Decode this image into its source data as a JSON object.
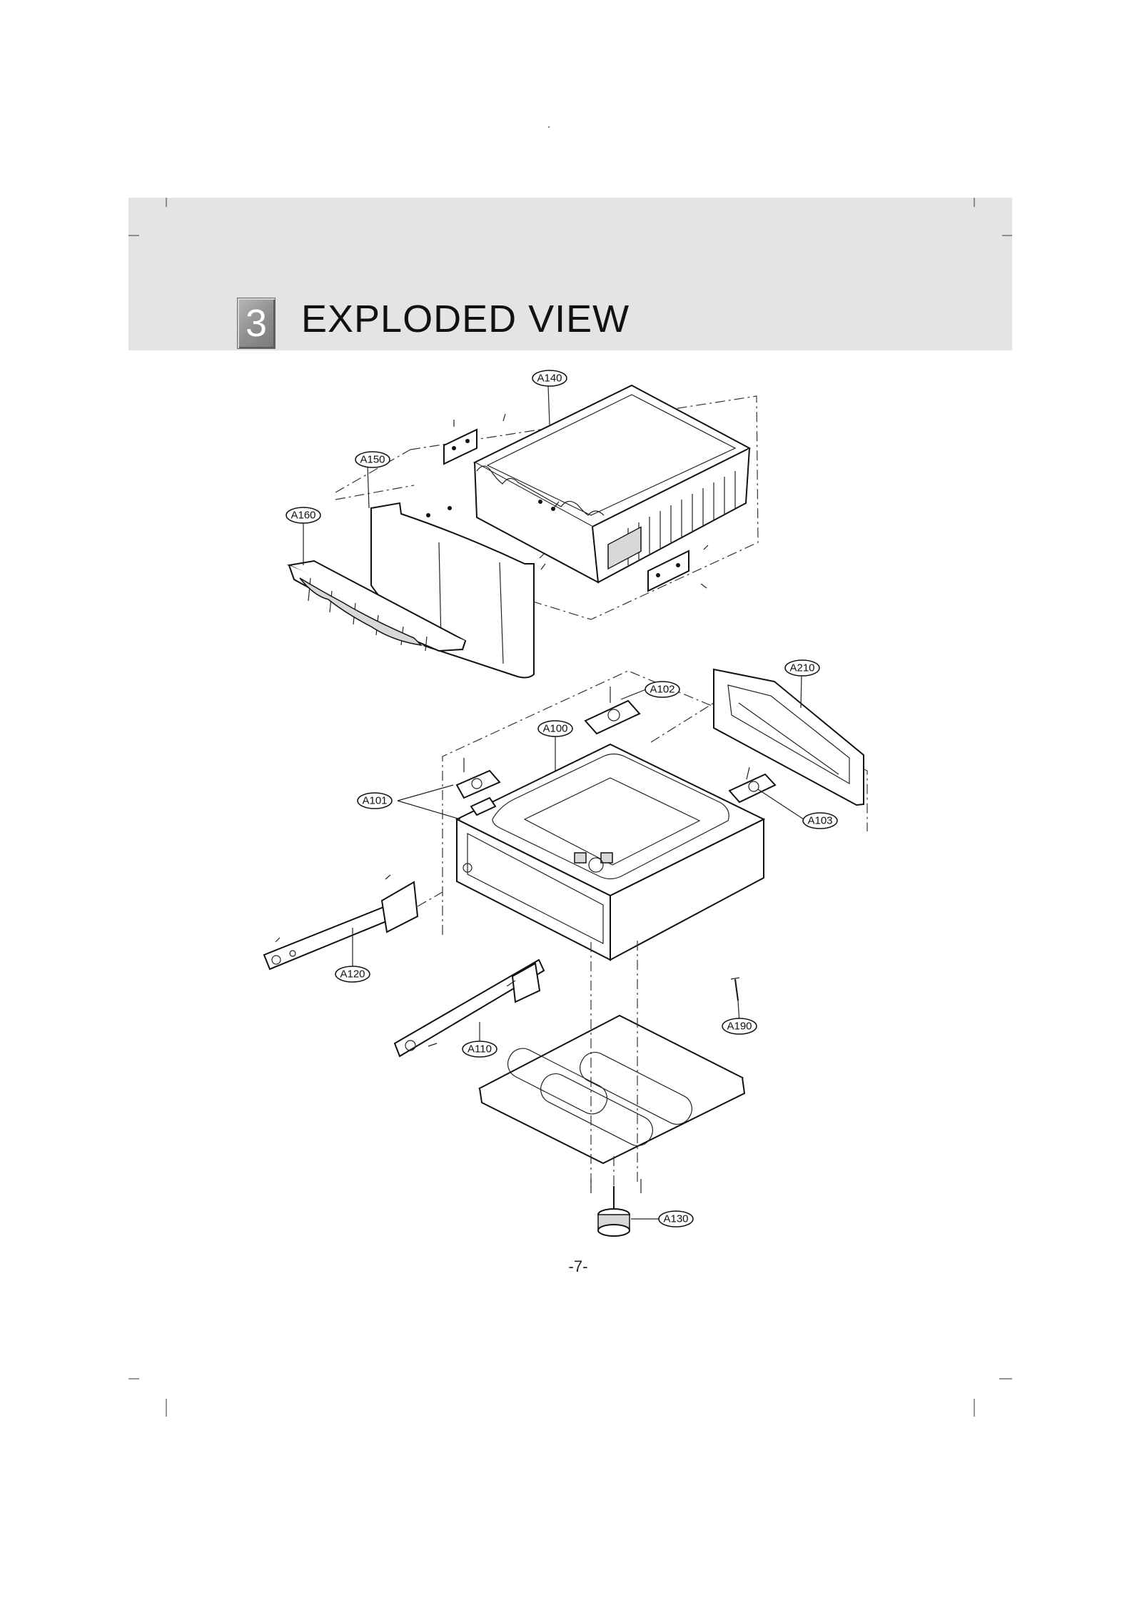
{
  "section": {
    "number": "3",
    "title": "EXPLODED VIEW"
  },
  "callouts": [
    {
      "id": "a140",
      "label": "A140"
    },
    {
      "id": "a150",
      "label": "A150"
    },
    {
      "id": "a160",
      "label": "A160"
    },
    {
      "id": "a210",
      "label": "A210"
    },
    {
      "id": "a102",
      "label": "A102"
    },
    {
      "id": "a100",
      "label": "A100"
    },
    {
      "id": "a101",
      "label": "A101"
    },
    {
      "id": "a103",
      "label": "A103"
    },
    {
      "id": "a120",
      "label": "A120"
    },
    {
      "id": "a190",
      "label": "A190"
    },
    {
      "id": "a110",
      "label": "A110"
    },
    {
      "id": "a130",
      "label": "A130"
    }
  ],
  "page_number": "-7-"
}
